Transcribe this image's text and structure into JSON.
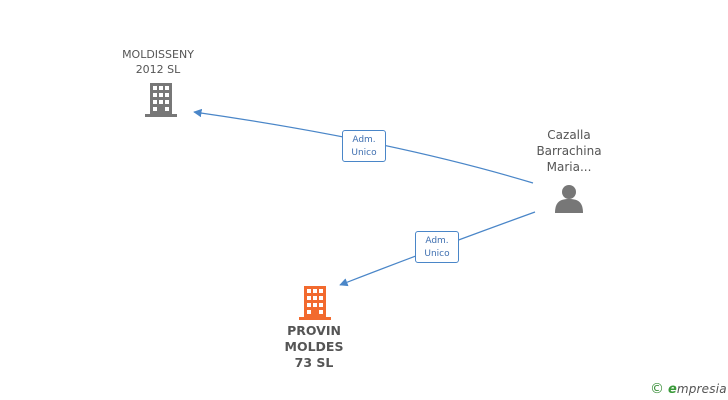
{
  "nodes": {
    "moldisseny": {
      "name_lines": [
        "MOLDISSENY",
        "2012 SL"
      ],
      "type": "company",
      "color": "#777777"
    },
    "cazalla": {
      "name_lines": [
        "Cazalla",
        "Barrachina",
        "Maria..."
      ],
      "type": "person",
      "color": "#777777"
    },
    "provin": {
      "name_lines": [
        "PROVIN",
        "MOLDES",
        "73 SL"
      ],
      "type": "company",
      "color": "#f26a2e",
      "highlighted": true
    }
  },
  "edges": [
    {
      "from": "cazalla",
      "to": "moldisseny",
      "label_lines": [
        "Adm.",
        "Unico"
      ]
    },
    {
      "from": "cazalla",
      "to": "provin",
      "label_lines": [
        "Adm.",
        "Unico"
      ]
    }
  ],
  "colors": {
    "edge": "#4a86c8",
    "brand_green": "#3a9a3a"
  },
  "brand": {
    "copyright": "©",
    "e": "e",
    "word": "mpresia",
    "logo_icon": "copyright-icon"
  }
}
